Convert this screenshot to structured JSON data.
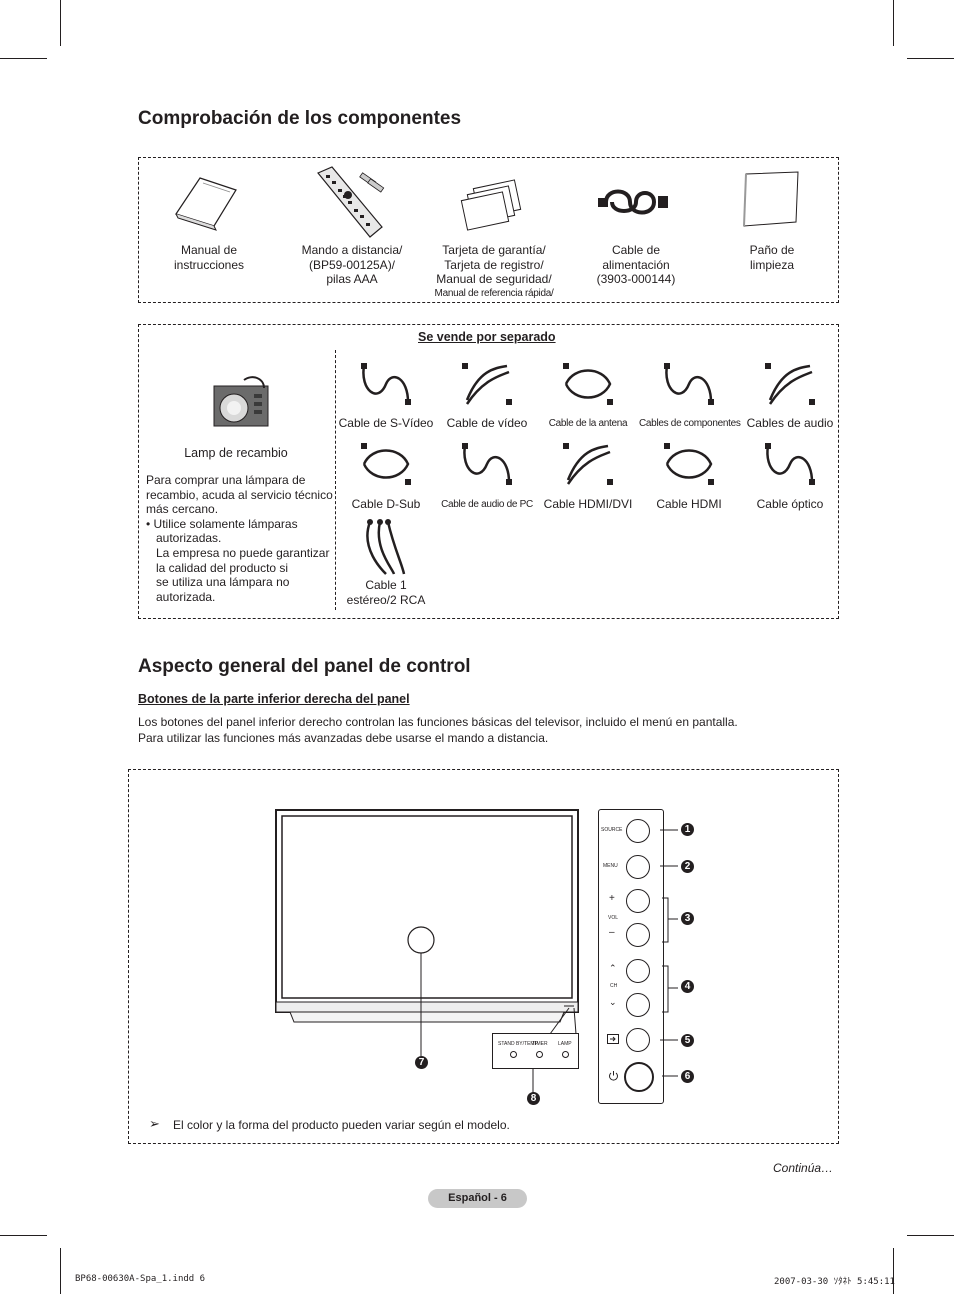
{
  "sections": {
    "components_title": "Comprobación de los componentes",
    "control_title": "Aspecto general del panel de control"
  },
  "included_items": [
    {
      "icon": "manual-icon",
      "lines": [
        "Manual de",
        "instrucciones"
      ]
    },
    {
      "icon": "remote-control-icon",
      "lines": [
        "Mando a distancia/",
        "(BP59-00125A)/",
        "pilas AAA"
      ]
    },
    {
      "icon": "cards-icon",
      "lines": [
        "Tarjeta de garantía/",
        "Tarjeta de registro/",
        "Manual de seguridad/"
      ],
      "small_line": "Manual de referencia rápida/"
    },
    {
      "icon": "power-cord-icon",
      "lines": [
        "Cable de",
        "alimentación",
        "(3903-000144)"
      ]
    },
    {
      "icon": "cloth-icon",
      "lines": [
        "Paño de",
        "limpieza"
      ]
    }
  ],
  "sold_separately": {
    "title": "Se vende por separado",
    "lamp_label": "Lamp de recambio",
    "lamp_text": [
      "Para comprar una lámpara de",
      "recambio, acuda al servicio técnico",
      "más cercano.",
      "•  Utilice solamente lámparas",
      "autorizadas.",
      "La empresa no puede garantizar",
      "la calidad del producto si",
      "se utiliza una lámpara no",
      "autorizada."
    ],
    "cables": [
      {
        "label": "Cable de S-Vídeo",
        "narrow": false
      },
      {
        "label": "Cable de vídeo",
        "narrow": false
      },
      {
        "label": "Cable de la antena",
        "narrow": true
      },
      {
        "label": "Cables de componentes",
        "narrow": true
      },
      {
        "label": "Cables de audio",
        "narrow": false
      },
      {
        "label": "Cable D-Sub",
        "narrow": false
      },
      {
        "label": "Cable de audio de PC",
        "narrow": true
      },
      {
        "label": "Cable HDMI/DVI",
        "narrow": false
      },
      {
        "label": "Cable HDMI",
        "narrow": false
      },
      {
        "label": "Cable óptico",
        "narrow": false
      }
    ],
    "stereo_cable": [
      "Cable 1",
      "estéreo/2 RCA"
    ]
  },
  "panel": {
    "subheading": "Botones de la parte inferior derecha del panel",
    "description": [
      "Los botones del panel inferior derecho controlan las funciones básicas del televisor, incluido el menú en pantalla.",
      "Para utilizar las funciones más avanzadas debe usarse el mando a distancia."
    ],
    "buttons": {
      "source": "SOURCE",
      "menu": "MENU",
      "vol_plus": "+",
      "vol": "VOL",
      "vol_minus": "–",
      "ch_up": "⌃",
      "ch": "CH",
      "ch_down": "⌄"
    },
    "indicators": {
      "stand_by_temp": "STAND BY/TEMP",
      "timer": "TIMER",
      "lamp": "LAMP"
    },
    "callouts": [
      "1",
      "2",
      "3",
      "4",
      "5",
      "6",
      "7",
      "8"
    ],
    "note_symbol": "➢",
    "note": "El color y la forma del producto pueden variar según el modelo."
  },
  "footer": {
    "continues": "Continúa…",
    "page": "Español - 6",
    "slug_left": "BP68-00630A-Spa_1.indd   6",
    "slug_right": "2007-03-30   ｿﾀﾈﾄ 5:45:11"
  }
}
